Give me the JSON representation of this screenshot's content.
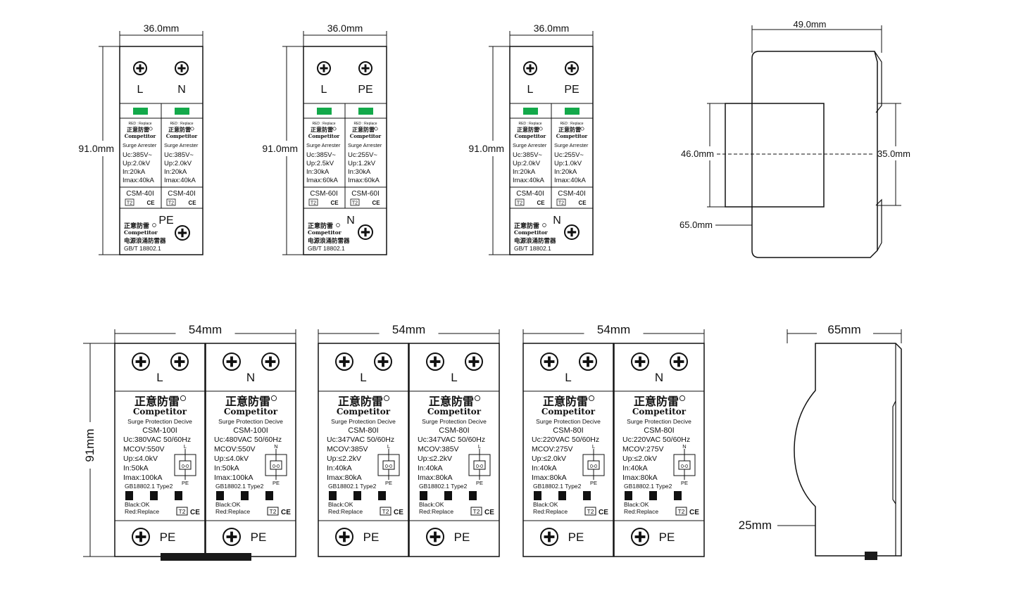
{
  "colors": {
    "line": "#111111",
    "indicator_green": "#13a94a",
    "bus_bar": "#1a1a1a"
  },
  "small_modules": [
    {
      "width_label": "36.0mm",
      "height_label": "91.0mm",
      "top_terminals": [
        "L",
        "N"
      ],
      "channels": [
        {
          "replace_text": "RED : Replace",
          "brand_cn": "正意防雷",
          "brand_en": "Competitor",
          "type": "Surge Arrester",
          "specs": [
            "Uc:385V~",
            "Up:2.0kV",
            "In:20kA",
            "Imax:40kA"
          ],
          "model": "CSM-40I",
          "class": "T2",
          "cert": "CE"
        },
        {
          "replace_text": "RED : Replace",
          "brand_cn": "正意防雷",
          "brand_en": "Competitor",
          "type": "Surge Arrester",
          "specs": [
            "Uc:385V~",
            "Up:2.0kV",
            "In:20kA",
            "Imax:40kA"
          ],
          "model": "CSM-40I",
          "class": "T2",
          "cert": "CE"
        }
      ],
      "bottom": {
        "brand_cn": "正意防雷",
        "brand_en": "Competitor",
        "desc": "电源浪涌防雷器",
        "standard": "GB/T 18802.1",
        "terminal": "PE"
      }
    },
    {
      "width_label": "36.0mm",
      "height_label": "91.0mm",
      "top_terminals": [
        "L",
        "PE"
      ],
      "channels": [
        {
          "replace_text": "RED : Replace",
          "brand_cn": "正意防雷",
          "brand_en": "Competitor",
          "type": "Surge Arrester",
          "specs": [
            "Uc:385V~",
            "Up:2.5kV",
            "In:30kA",
            "Imax:60kA"
          ],
          "model": "CSM-60I",
          "class": "T2",
          "cert": "CE"
        },
        {
          "replace_text": "RED : Replace",
          "brand_cn": "正意防雷",
          "brand_en": "Competitor",
          "type": "Surge Arrester",
          "specs": [
            "Uc:255V~",
            "Up:1.2kV",
            "In:30kA",
            "Imax:60kA"
          ],
          "model": "CSM-60I",
          "class": "T2",
          "cert": "CE"
        }
      ],
      "bottom": {
        "brand_cn": "正意防雷",
        "brand_en": "Competitor",
        "desc": "电源浪涌防雷器",
        "standard": "GB/T 18802.1",
        "terminal": "N"
      }
    },
    {
      "width_label": "36.0mm",
      "height_label": "91.0mm",
      "top_terminals": [
        "L",
        "PE"
      ],
      "channels": [
        {
          "replace_text": "RED : Replace",
          "brand_cn": "正意防雷",
          "brand_en": "Competitor",
          "type": "Surge Arrester",
          "specs": [
            "Uc:385V~",
            "Up:2.0kV",
            "In:20kA",
            "Imax:40kA"
          ],
          "model": "CSM-40I",
          "class": "T2",
          "cert": "CE"
        },
        {
          "replace_text": "RED : Replace",
          "brand_cn": "正意防雷",
          "brand_en": "Competitor",
          "type": "Surge Arrester",
          "specs": [
            "Uc:255V~",
            "Up:1.0kV",
            "In:20kA",
            "Imax:40kA"
          ],
          "model": "CSM-40I",
          "class": "T2",
          "cert": "CE"
        }
      ],
      "bottom": {
        "brand_cn": "正意防雷",
        "brand_en": "Competitor",
        "desc": "电源浪涌防雷器",
        "standard": "GB/T 18802.1",
        "terminal": "N"
      }
    }
  ],
  "side_view_small": {
    "width_label": "49.0mm",
    "left_label": "46.0mm",
    "right_label": "35.0mm",
    "bottom_label": "65.0mm"
  },
  "large_modules": [
    {
      "width_label": "54mm",
      "height_label": "91mm",
      "has_bus_bar": true,
      "poles": [
        {
          "top": "L",
          "brand_cn": "正意防雷",
          "brand_en": "Competitor",
          "type": "Surge Protection Decive",
          "model": "CSM-100I",
          "specs": [
            "Uc:380VAC 50/60Hz",
            "MCOV:550V",
            "Up:≤4.0kV",
            "In:50kA",
            "Imax:100kA"
          ],
          "sym_top": "L",
          "sym_bot": "PE",
          "standard": "GB18802.1 Type2",
          "legend": [
            "Black:OK",
            "Red:Replace"
          ],
          "class": "T2",
          "cert": "CE",
          "bottom": "PE"
        },
        {
          "top": "N",
          "brand_cn": "正意防雷",
          "brand_en": "Competitor",
          "type": "Surge Protection Decive",
          "model": "CSM-100I",
          "specs": [
            "Uc:480VAC 50/60Hz",
            "MCOV:550V",
            "Up:≤4.0kV",
            "In:50kA",
            "Imax:100kA"
          ],
          "sym_top": "N",
          "sym_bot": "PE",
          "standard": "GB18802.1 Type2",
          "legend": [
            "Black:OK",
            "Red:Replace"
          ],
          "class": "T2",
          "cert": "CE",
          "bottom": "PE"
        }
      ]
    },
    {
      "width_label": "54mm",
      "has_bus_bar": false,
      "poles": [
        {
          "top": "L",
          "brand_cn": "正意防雷",
          "brand_en": "Competitor",
          "type": "Surge Protection Decive",
          "model": "CSM-80I",
          "specs": [
            "Uc:347VAC 50/60Hz",
            "MCOV:385V",
            "Up:≤2.2kV",
            "In:40kA",
            "Imax:80kA"
          ],
          "sym_top": "L",
          "sym_bot": "PE",
          "standard": "GB18802.1 Type2",
          "legend": [
            "Black:OK",
            "Red:Replace"
          ],
          "class": "T2",
          "cert": "CE",
          "bottom": "PE"
        },
        {
          "top": "L",
          "brand_cn": "正意防雷",
          "brand_en": "Competitor",
          "type": "Surge Protection Decive",
          "model": "CSM-80I",
          "specs": [
            "Uc:347VAC 50/60Hz",
            "MCOV:385V",
            "Up:≤2.2kV",
            "In:40kA",
            "Imax:80kA"
          ],
          "sym_top": "L",
          "sym_bot": "PE",
          "standard": "GB18802.1 Type2",
          "legend": [
            "Black:OK",
            "Red:Replace"
          ],
          "class": "T2",
          "cert": "CE",
          "bottom": "PE"
        }
      ]
    },
    {
      "width_label": "54mm",
      "has_bus_bar": false,
      "poles": [
        {
          "top": "L",
          "brand_cn": "正意防雷",
          "brand_en": "Competitor",
          "type": "Surge Protection Decive",
          "model": "CSM-80I",
          "specs": [
            "Uc:220VAC 50/60Hz",
            "MCOV:275V",
            "Up:≤2.0kV",
            "In:40kA",
            "Imax:80kA"
          ],
          "sym_top": "L",
          "sym_bot": "PE",
          "standard": "GB18802.1 Type2",
          "legend": [
            "Black:OK",
            "Red:Replace"
          ],
          "class": "T2",
          "cert": "CE",
          "bottom": "PE"
        },
        {
          "top": "N",
          "brand_cn": "正意防雷",
          "brand_en": "Competitor",
          "type": "Surge Protection Decive",
          "model": "CSM-80I",
          "specs": [
            "Uc:220VAC 50/60Hz",
            "MCOV:275V",
            "Up:≤2.0kV",
            "In:40kA",
            "Imax:80kA"
          ],
          "sym_top": "N",
          "sym_bot": "PE",
          "standard": "GB18802.1 Type2",
          "legend": [
            "Black:OK",
            "Red:Replace"
          ],
          "class": "T2",
          "cert": "CE",
          "bottom": "PE"
        }
      ]
    }
  ],
  "side_view_large": {
    "width_label": "65mm",
    "bottom_label": "25mm"
  }
}
